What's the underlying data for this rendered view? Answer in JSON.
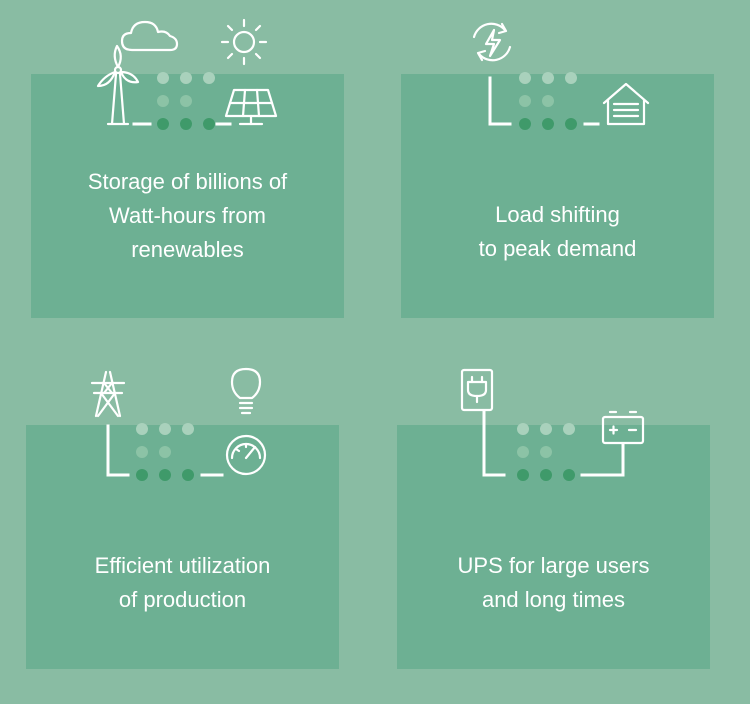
{
  "panels": [
    {
      "id": "storage",
      "lines": [
        "Storage of billions of",
        "Watt-hours from",
        "renewables"
      ],
      "icons": [
        "cloud-icon",
        "sun-icon",
        "wind-turbine-icon",
        "solar-panel-icon"
      ]
    },
    {
      "id": "load-shifting",
      "lines": [
        "Load shifting",
        "to peak demand"
      ],
      "icons": [
        "energy-cycle-icon",
        "house-icon"
      ]
    },
    {
      "id": "efficient",
      "lines": [
        "Efficient utilization",
        "of production"
      ],
      "icons": [
        "power-pylon-icon",
        "light-bulb-icon",
        "meter-gauge-icon"
      ]
    },
    {
      "id": "ups",
      "lines": [
        "UPS for large users",
        "and long times"
      ],
      "icons": [
        "plug-icon",
        "battery-icon"
      ]
    }
  ],
  "colors": {
    "background": "#89bca3",
    "panel": "#6db093",
    "dot_light": "#a9d1bc",
    "dot_mid": "#8cc3a6",
    "dot_dark": "#3f9a6a",
    "line": "#ffffff"
  }
}
